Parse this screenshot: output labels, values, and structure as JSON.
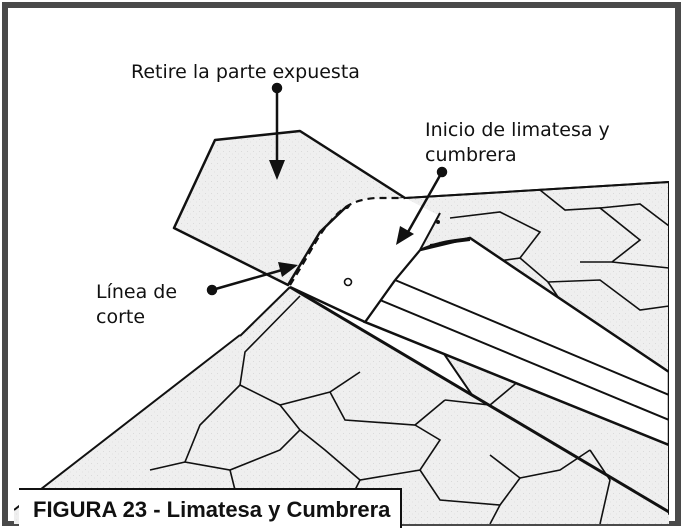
{
  "labels": {
    "remove": "Retire la parte expuesta",
    "start_line1": "Inicio de limatesa y",
    "start_line2": "cumbrera",
    "cut_line1": "Línea de",
    "cut_line2": "corte"
  },
  "caption": "FIGURA 23 - Limatesa y Cumbrera",
  "colors": {
    "frame": "#444444",
    "shingle_fill": "#eeeeee",
    "ridge_fill": "#ffffff",
    "ink": "#111111"
  }
}
